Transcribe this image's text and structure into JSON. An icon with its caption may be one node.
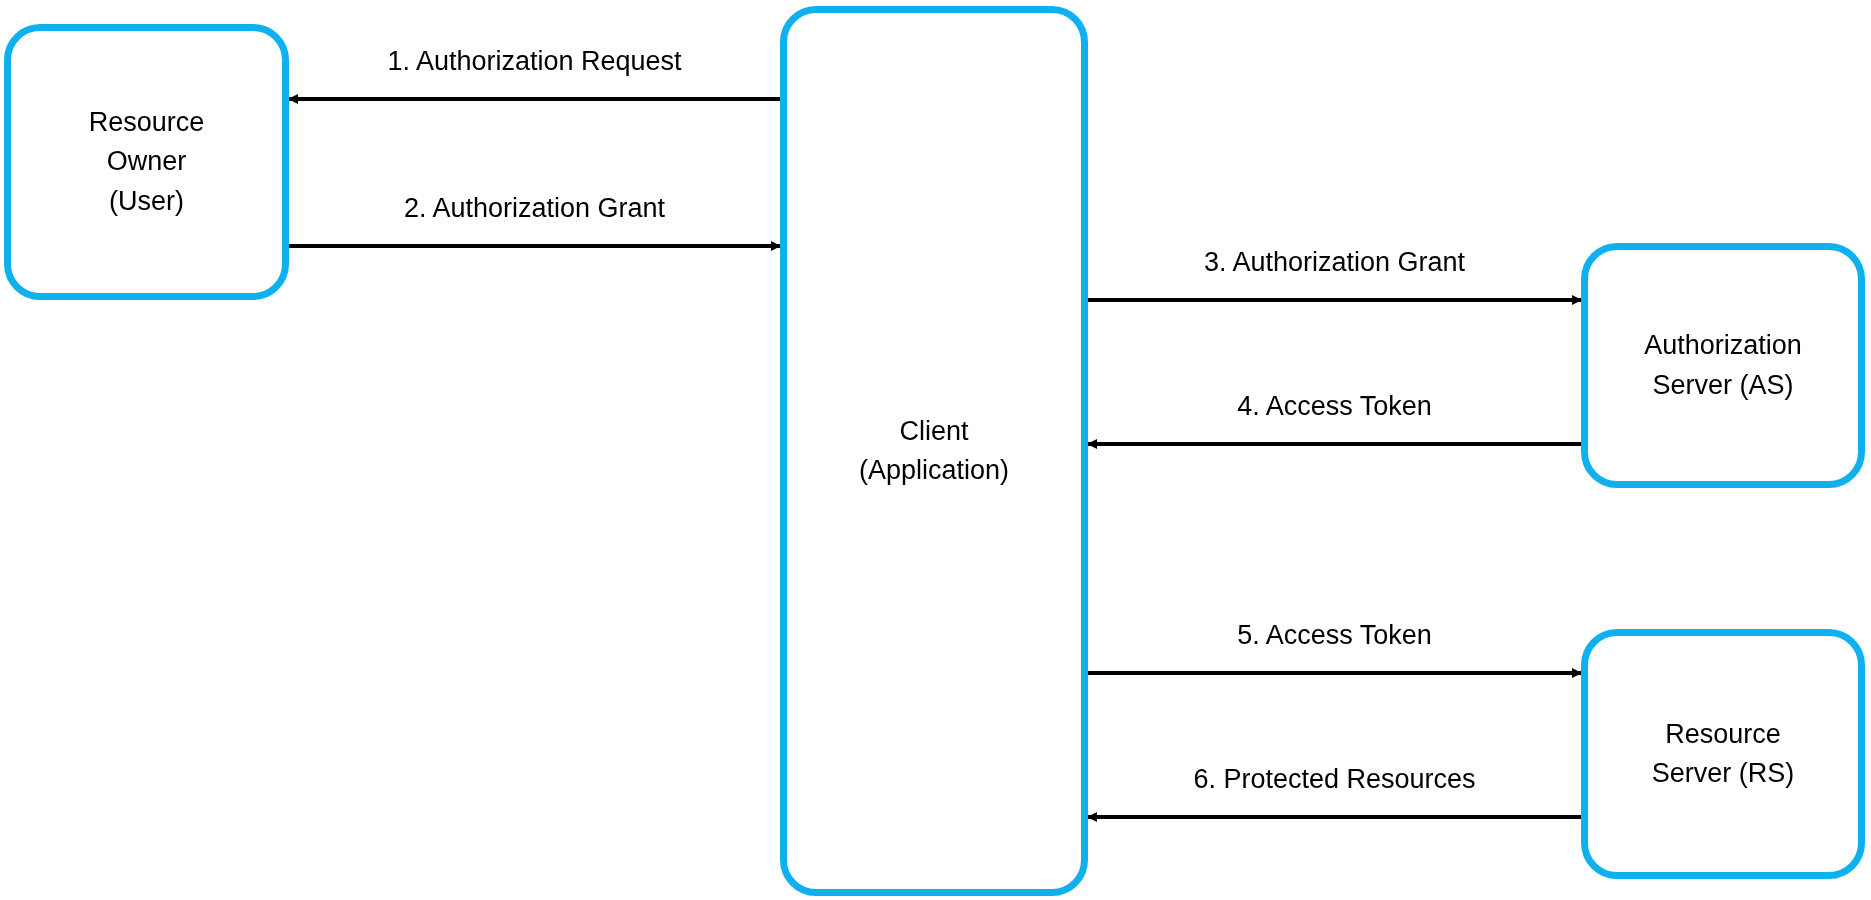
{
  "diagram": {
    "nodes": [
      {
        "text": [
          "Resource Owner (User)"
        ]
      },
      {
        "text": [
          "Client (Application)"
        ]
      },
      {
        "text": [
          "Authorization Server (AS)"
        ]
      },
      {
        "text": [
          "Resource Server (RS)"
        ]
      }
    ],
    "edges": [
      {
        "from": 1,
        "to": 0,
        "arrow": "to",
        "label": "1. Authorization Request"
      },
      {
        "from": 0,
        "to": 1,
        "arrow": "to",
        "label": "2. Authorization Grant"
      },
      {
        "from": 1,
        "to": 2,
        "arrow": "to",
        "label": "3. Authorization Grant"
      },
      {
        "from": 2,
        "to": 1,
        "arrow": "to",
        "label": "4. Access Token"
      },
      {
        "from": 1,
        "to": 3,
        "arrow": "to",
        "label": "5. Access Token"
      },
      {
        "from": 3,
        "to": 1,
        "arrow": "to",
        "label": "6. Protected Resources"
      }
    ]
  }
}
